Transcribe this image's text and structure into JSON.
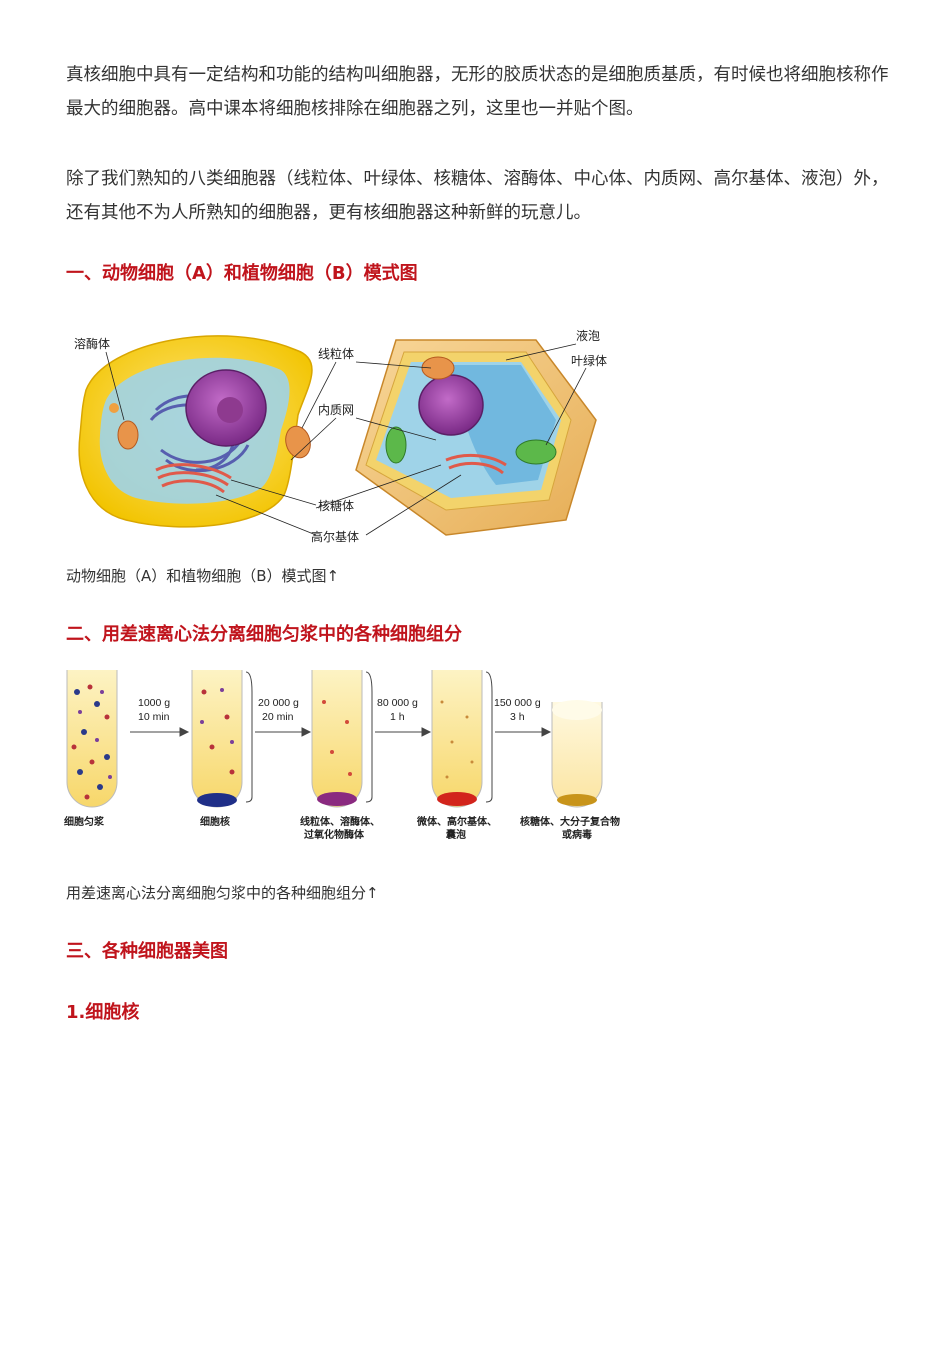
{
  "paragraphs": [
    "真核细胞中具有一定结构和功能的结构叫细胞器，无形的胶质状态的是细胞质基质，有时候也将细胞核称作最大的细胞器。高中课本将细胞核排除在细胞器之列，这里也一并贴个图。",
    "除了我们熟知的八类细胞器（线粒体、叶绿体、核糖体、溶酶体、中心体、内质网、高尔基体、液泡）外，还有其他不为人所熟知的细胞器，更有核细胞器这种新鲜的玩意儿。"
  ],
  "sections": [
    {
      "heading": "一、动物细胞（A）和植物细胞（B）模式图",
      "caption": "动物细胞（A）和植物细胞（B）模式图↑"
    },
    {
      "heading": "二、用差速离心法分离细胞匀浆中的各种细胞组分",
      "caption": "用差速离心法分离细胞匀浆中的各种细胞组分↑"
    },
    {
      "heading": "三、各种细胞器美图"
    }
  ],
  "subheading": "1.细胞核",
  "cell_figure": {
    "labels": {
      "lysosome": "溶酶体",
      "mitochondrion": "线粒体",
      "er": "内质网",
      "ribosome": "核糖体",
      "golgi": "高尔基体",
      "vacuole": "液泡",
      "chloroplast": "叶绿体"
    }
  },
  "centrifuge_figure": {
    "steps": [
      {
        "force": "1000 g",
        "time": "10 min"
      },
      {
        "force": "20 000 g",
        "time": "20 min"
      },
      {
        "force": "80 000 g",
        "time": "1 h"
      },
      {
        "force": "150 000 g",
        "time": "3 h"
      }
    ],
    "tube_labels": [
      [
        "细胞匀浆"
      ],
      [
        "细胞核"
      ],
      [
        "线粒体、溶酶体、",
        "过氧化物酶体"
      ],
      [
        "微体、高尔基体、",
        "囊泡"
      ],
      [
        "核糖体、大分子复合物",
        "或病毒"
      ]
    ]
  }
}
